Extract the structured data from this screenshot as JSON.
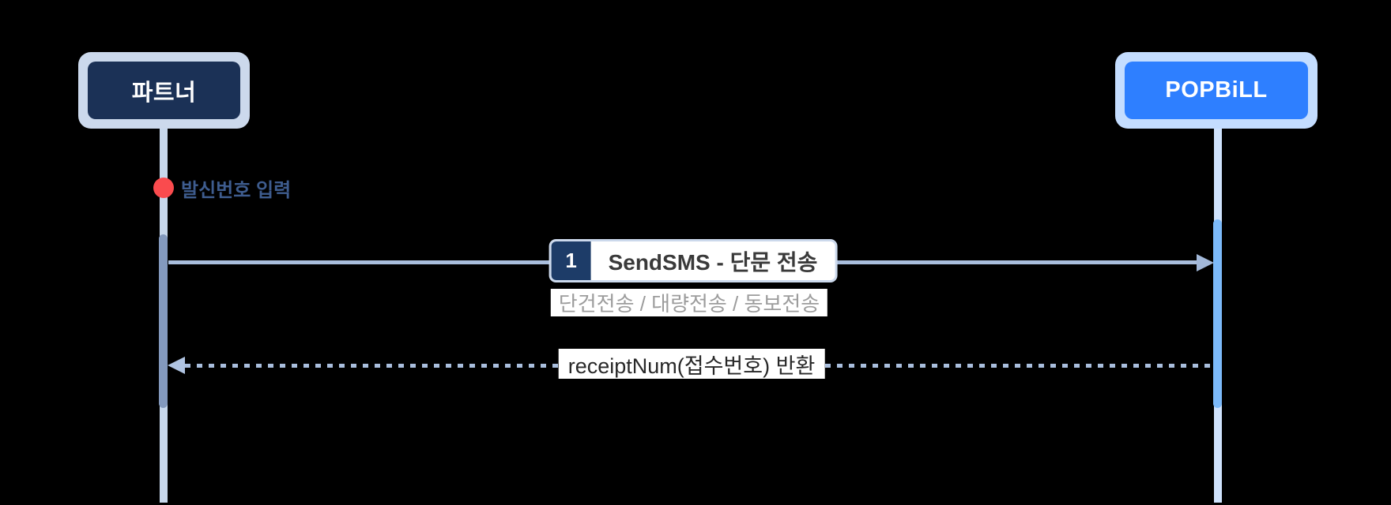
{
  "diagram": {
    "type": "sequence-diagram",
    "background_color": "#000000",
    "actors": [
      {
        "id": "partner",
        "label": "파트너",
        "box_color": "#1b3156",
        "frame_color": "#ccd9ec",
        "text_color": "#ffffff",
        "lifeline_color": "#c7d7eb",
        "activation_color": "#8399bd"
      },
      {
        "id": "popbill",
        "label": "POPBiLL",
        "box_color": "#2e7fff",
        "frame_color": "#c4ddff",
        "text_color": "#ffffff",
        "lifeline_color": "#cfe3fd",
        "activation_color": "#7cbafa"
      }
    ],
    "annotation": {
      "label": "발신번호 입력",
      "dot_color": "#fa4b4e",
      "text_color": "#3e5c8e"
    },
    "messages": [
      {
        "step": "1",
        "label": "SendSMS - 단문 전송",
        "sublabel": "단건전송 / 대량전송 / 동보전송",
        "from": "partner",
        "to": "popbill",
        "style": "solid",
        "badge_color": "#1d3c68",
        "arrow_color": "#a9bedd"
      },
      {
        "step": "",
        "label": "receiptNum(접수번호) 반환",
        "from": "popbill",
        "to": "partner",
        "style": "dashed",
        "arrow_color": "#a9bedd"
      }
    ]
  }
}
